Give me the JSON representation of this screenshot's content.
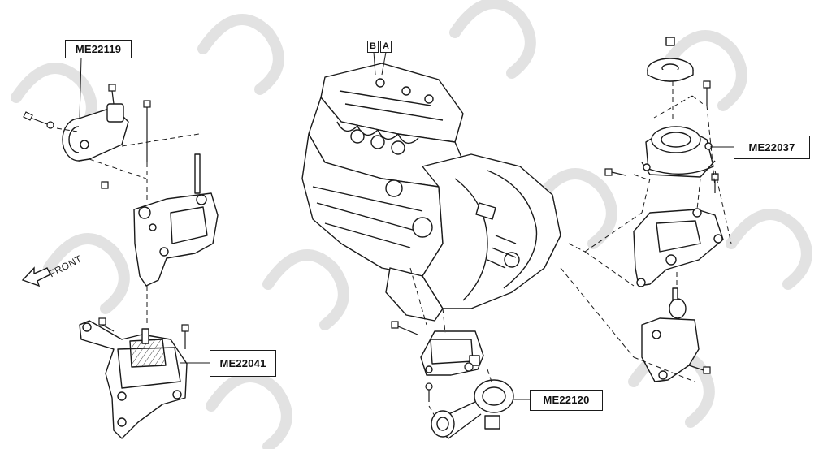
{
  "callouts": {
    "top_left": "ME22119",
    "top_right": "ME22037",
    "bottom_left": "ME22041",
    "bottom_center": "ME22120"
  },
  "reference_marks": {
    "b": "B",
    "a": "A"
  },
  "direction": {
    "label": "FRONT"
  },
  "colors": {
    "line": "#1a1a1a",
    "watermark": "#d9d9d9"
  }
}
